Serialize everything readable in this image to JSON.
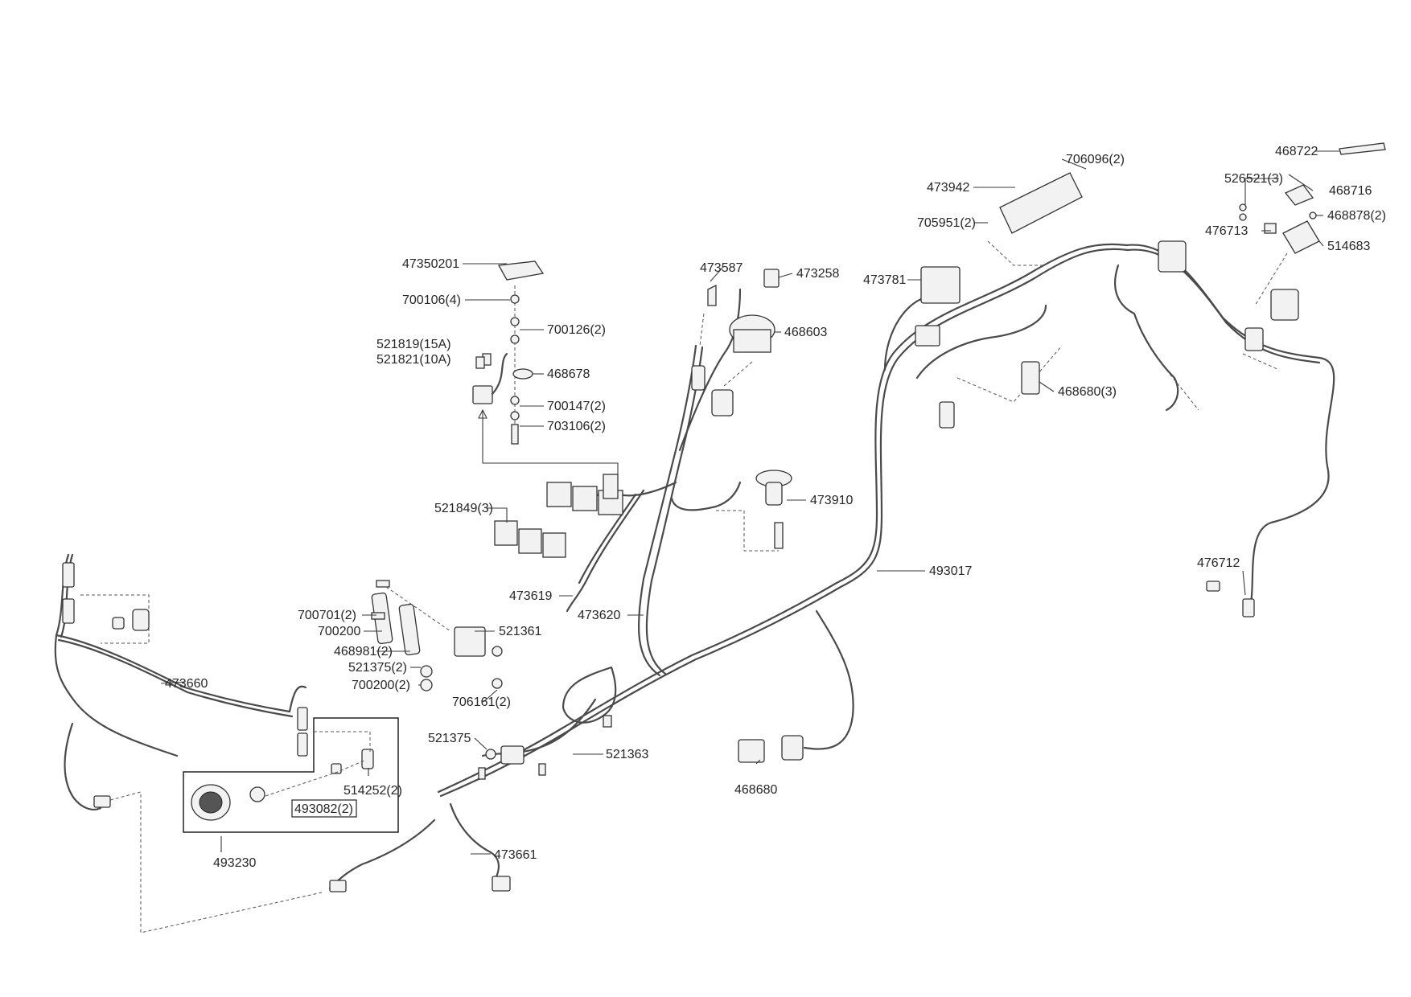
{
  "labels": {
    "l47350201": "47350201",
    "l700106": "700106(4)",
    "l700126": "700126(2)",
    "l521819": "521819(15A)",
    "l521821": "521821(10A)",
    "l468678": "468678",
    "l700147": "700147(2)",
    "l703106": "703106(2)",
    "l473587": "473587",
    "l473258": "473258",
    "l468603": "468603",
    "l473781": "473781",
    "l473942": "473942",
    "l706096": "706096(2)",
    "l705951": "705951(2)",
    "l468722": "468722",
    "l526521": "526521(3)",
    "l468716": "468716",
    "l468878": "468878(2)",
    "l476713": "476713",
    "l514683": "514683",
    "l468680_3": "468680(3)",
    "l473910": "473910",
    "l521849": "521849(3)",
    "l493017": "493017",
    "l476712": "476712",
    "l473619": "473619",
    "l473620": "473620",
    "l700701": "700701(2)",
    "l700200": "700200",
    "l521361": "521361",
    "l468981": "468981(2)",
    "l521375_2": "521375(2)",
    "l700200_2": "700200(2)",
    "l706161": "706161(2)",
    "l473660": "473660",
    "l521375": "521375",
    "l521363": "521363",
    "l468680": "468680",
    "l514252": "514252(2)",
    "l493082": "493082(2)",
    "l493230": "493230",
    "l473661": "473661"
  }
}
